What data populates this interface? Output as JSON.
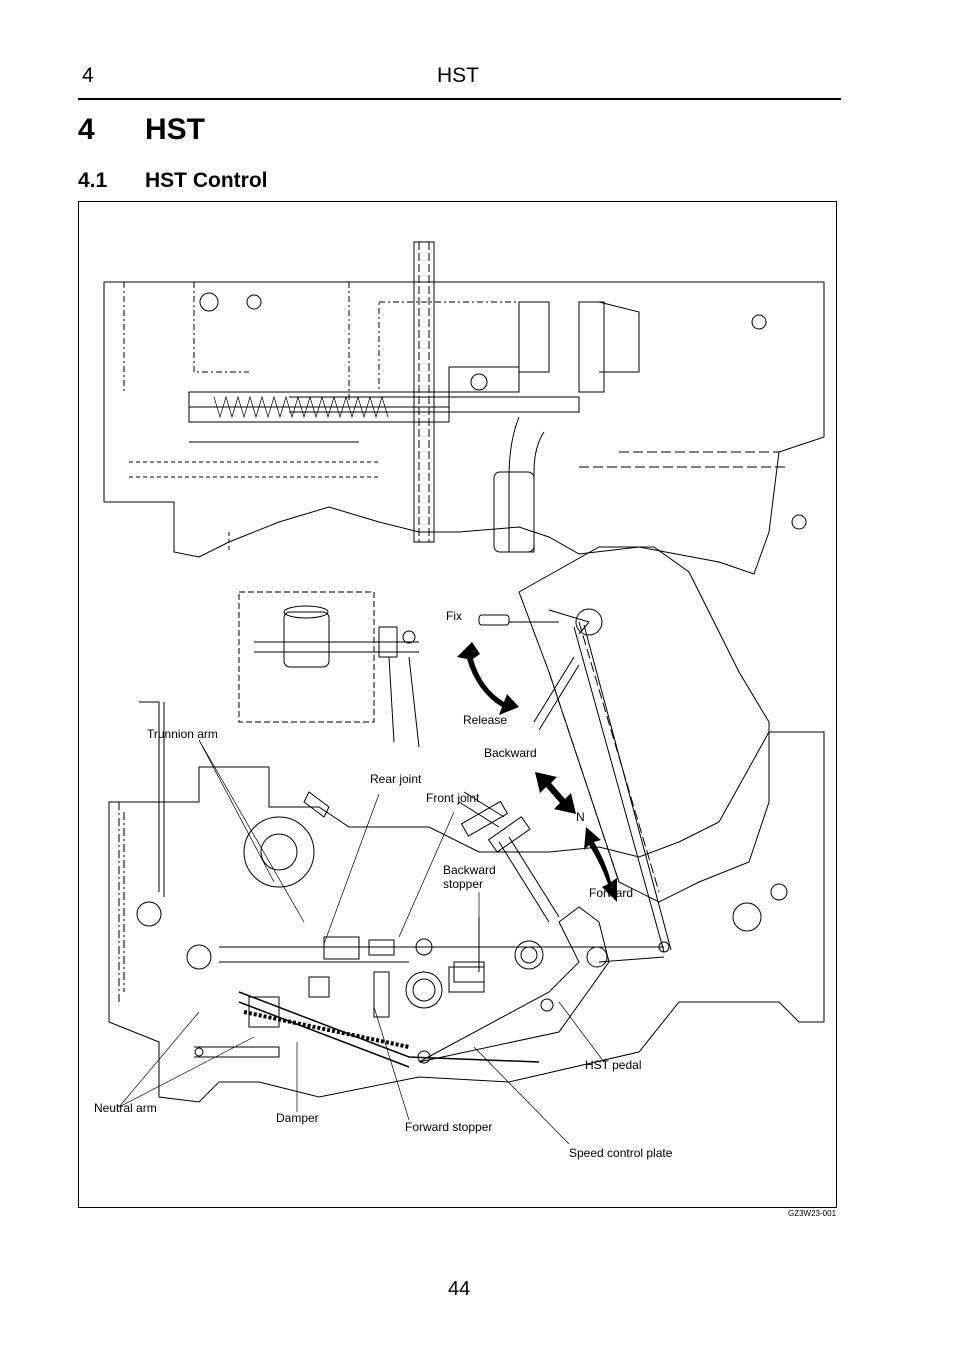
{
  "header": {
    "chapter_number": "4",
    "chapter_title": "HST"
  },
  "chapter": {
    "number": "4",
    "title": "HST"
  },
  "section": {
    "number": "4.1",
    "title": "HST Control"
  },
  "figure": {
    "labels": {
      "fix": "Fix",
      "release": "Release",
      "backward": "Backward",
      "n": "N",
      "forward": "Forward",
      "trunnion_arm": "Trunnion arm",
      "rear_joint": "Rear joint",
      "front_joint": "Front joint",
      "backward_stopper_1": "Backward",
      "backward_stopper_2": "stopper",
      "hst_pedal": "HST pedal",
      "neutral_arm": "Neutral arm",
      "damper": "Damper",
      "forward_stopper": "Forward stopper",
      "speed_control_plate": "Speed control plate"
    },
    "code": "GZ3W23-001"
  },
  "footer": {
    "page_number": "44"
  }
}
